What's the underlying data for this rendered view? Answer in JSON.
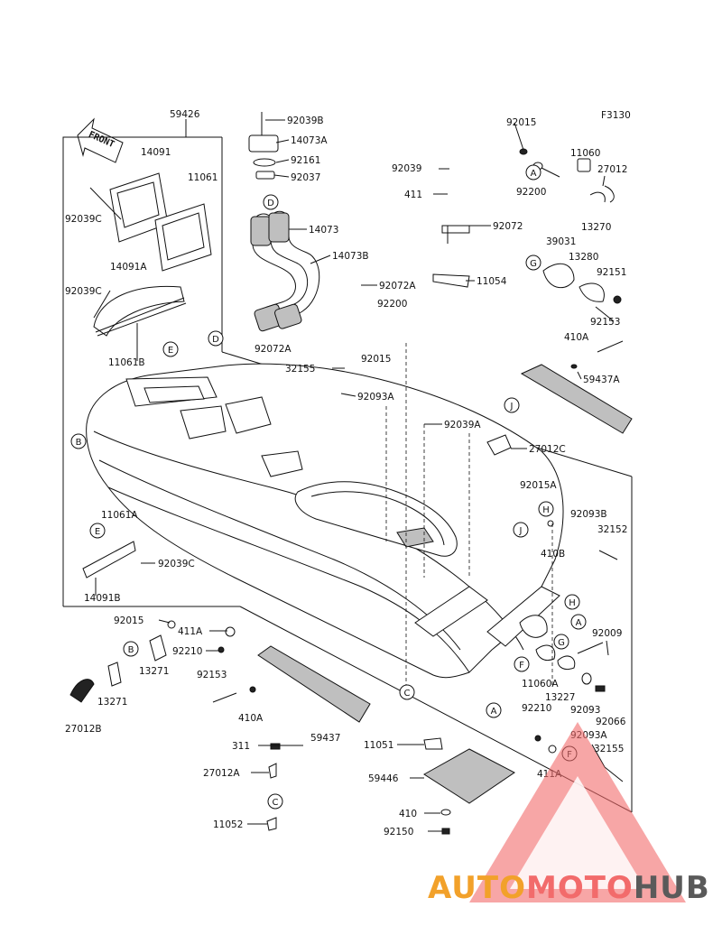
{
  "figure_code": "F3130",
  "front_label": "FRONT",
  "watermark": {
    "part1": "AUTO",
    "part2": "MOTO",
    "part3": "HUB",
    "colors": {
      "part1": "#f2a12a",
      "part2": "#f26b6b",
      "part3": "#5a5a5a",
      "triangle": "#f26b6b"
    }
  },
  "callouts": [
    "A",
    "B",
    "C",
    "D",
    "E",
    "F",
    "G",
    "H",
    "J"
  ],
  "parts": {
    "p01": "59426",
    "p02": "14091",
    "p03": "11061",
    "p04": "92039C",
    "p05": "14091A",
    "p06": "92039C",
    "p07": "11061B",
    "p08": "92039B",
    "p09": "14073A",
    "p10": "92161",
    "p11": "92037",
    "p12": "14073",
    "p13": "14073B",
    "p14": "92072A",
    "p15": "92072A",
    "p16": "92015",
    "p17": "11060",
    "p18": "27012",
    "p19": "92200",
    "p20": "13270",
    "p21": "92039",
    "p22": "411",
    "p23": "92072",
    "p24": "11054",
    "p25": "39031",
    "p26": "13280",
    "p27": "92151",
    "p28": "92200",
    "p29": "92015",
    "p30": "92153",
    "p31": "410A",
    "p32": "59437A",
    "p33": "32155",
    "p34": "92093A",
    "p35": "92039A",
    "p36": "27012C",
    "p37": "92015A",
    "p38": "92093B",
    "p39": "32152",
    "p40": "410B",
    "p41": "11061A",
    "p42": "92039C",
    "p43": "14091B",
    "p44": "92015",
    "p45": "411A",
    "p46": "92210",
    "p47": "13271",
    "p48": "13271",
    "p49": "27012B",
    "p50": "92153",
    "p51": "410A",
    "p52": "59437",
    "p53": "311",
    "p54": "27012A",
    "p55": "11052",
    "p56": "11051",
    "p57": "59446",
    "p58": "410",
    "p59": "92150",
    "p60": "92009",
    "p61": "11060A",
    "p62": "13227",
    "p63": "92093",
    "p64": "92066",
    "p65": "92210",
    "p66": "92093A",
    "p67": "32155",
    "p68": "411A"
  }
}
